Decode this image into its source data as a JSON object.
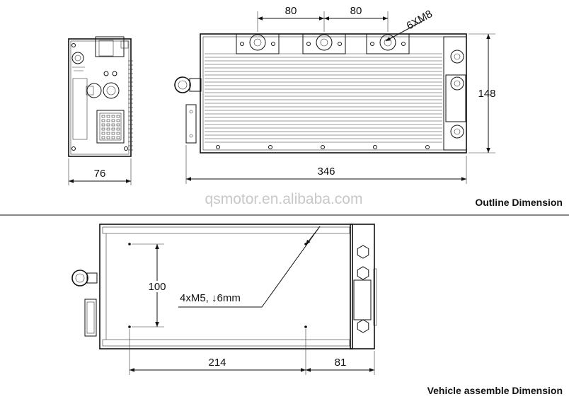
{
  "top_view": {
    "dims": {
      "spacing_left": "80",
      "spacing_right": "80",
      "terminal_bolts": "6XM8",
      "height": "148",
      "length": "346",
      "side_width": "76"
    },
    "caption": "Outline Dimension"
  },
  "watermark": "qsmotor.en.alibaba.com",
  "bottom_view": {
    "dims": {
      "hole_spacing_v": "100",
      "mount_holes": "4xM5, ↓6mm",
      "hole_spacing_h": "214",
      "edge_offset": "81"
    },
    "caption": "Vehicle assemble Dimension"
  }
}
